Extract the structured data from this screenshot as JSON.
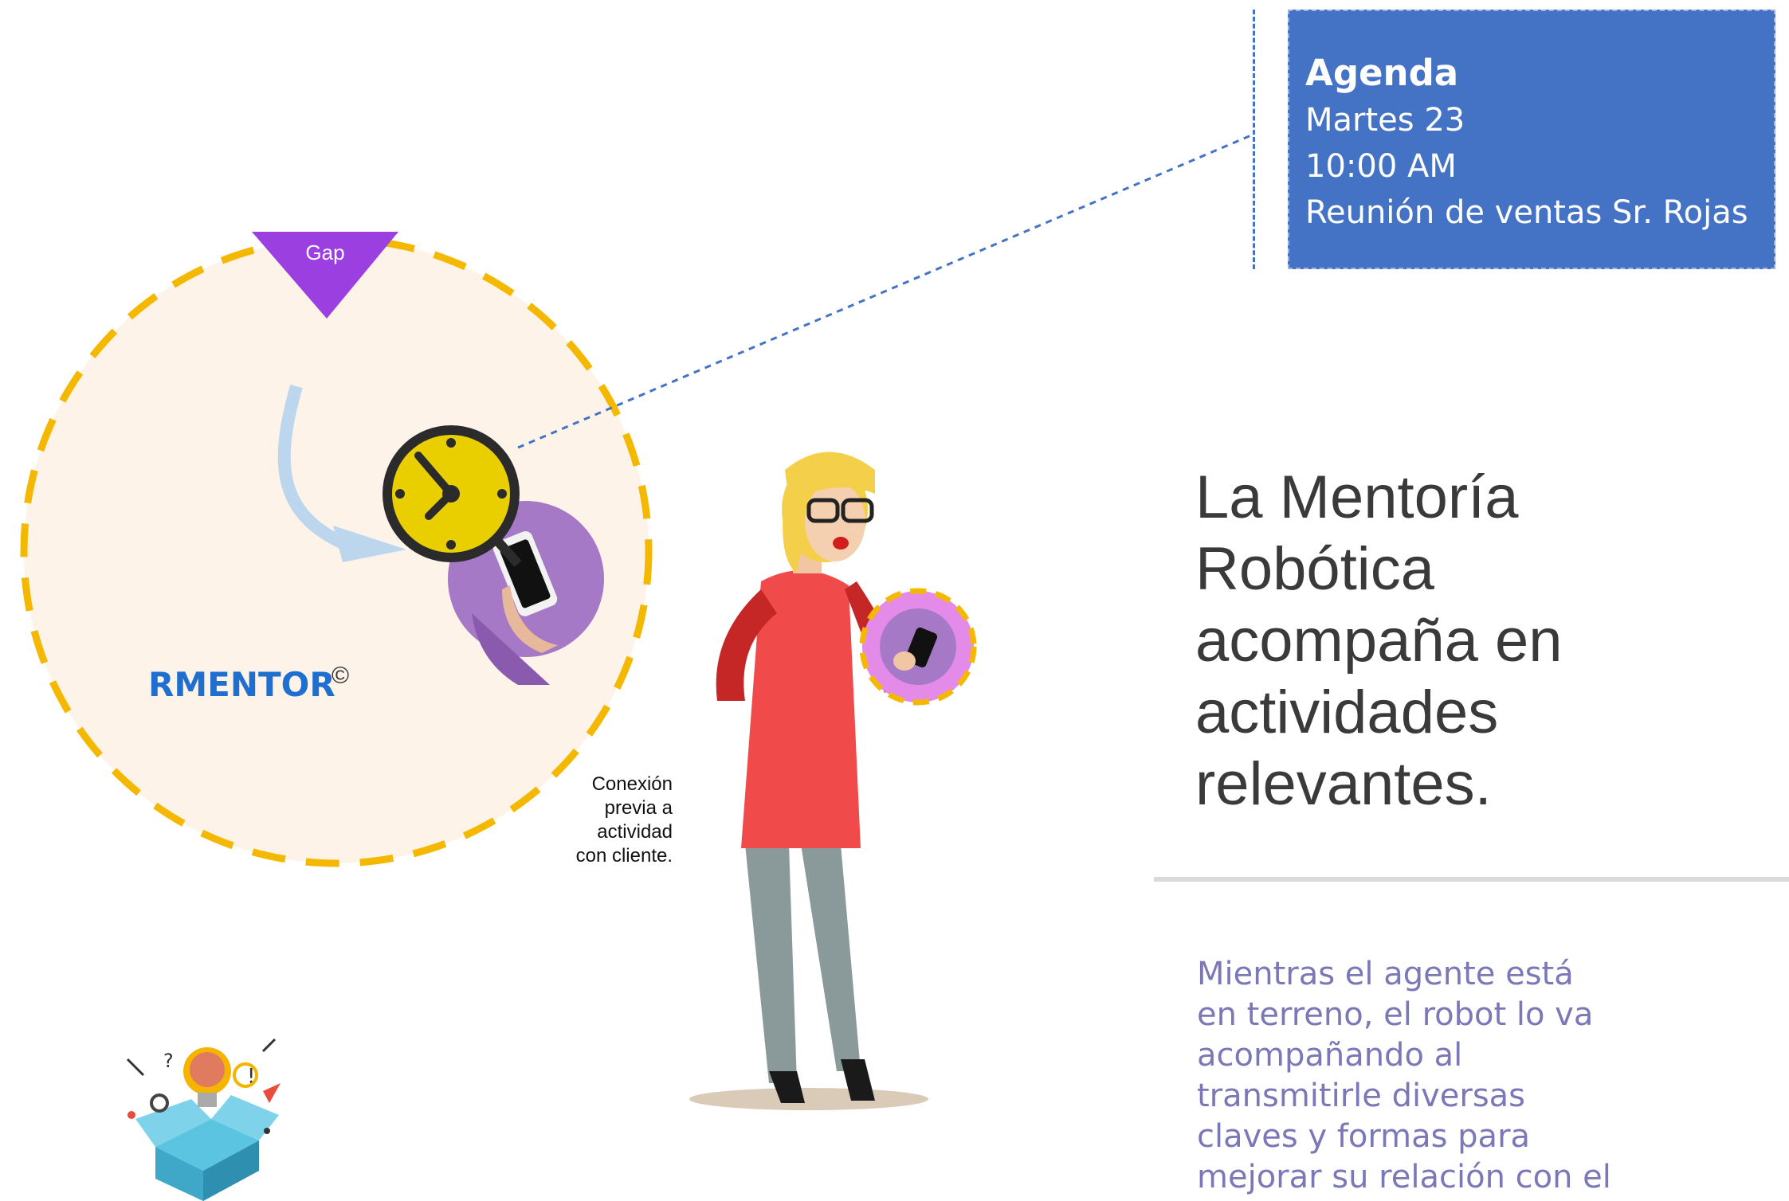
{
  "agenda": {
    "title": "Agenda",
    "lines": [
      "Martes 23",
      "10:00 AM",
      "Reunión de ventas Sr. Rojas"
    ]
  },
  "diagram": {
    "gap_label": "Gap",
    "brand": "RMENTOR",
    "brand_mark": "©",
    "caption": [
      "Conexión",
      "previa a",
      "actividad",
      "con cliente."
    ]
  },
  "headline": [
    "La Mentoría",
    "Robótica",
    "acompaña en",
    "actividades",
    "relevantes."
  ],
  "body_text": [
    "Mientras el agente está",
    "en terreno, el robot lo va",
    "acompañando al",
    "transmitirle diversas",
    "claves y formas para",
    "mejorar su relación con el"
  ],
  "colors": {
    "agenda_bg": "#4472c4",
    "circle_fill": "#fdf3e8",
    "dashed_ring": "#f5b800",
    "gap_triangle": "#9b3fe0",
    "brand": "#1f6fd0",
    "body_text": "#7b78b8"
  },
  "icons": [
    "clock-icon",
    "phone-in-hand-icon",
    "idea-box-icon",
    "curved-arrow-icon"
  ]
}
